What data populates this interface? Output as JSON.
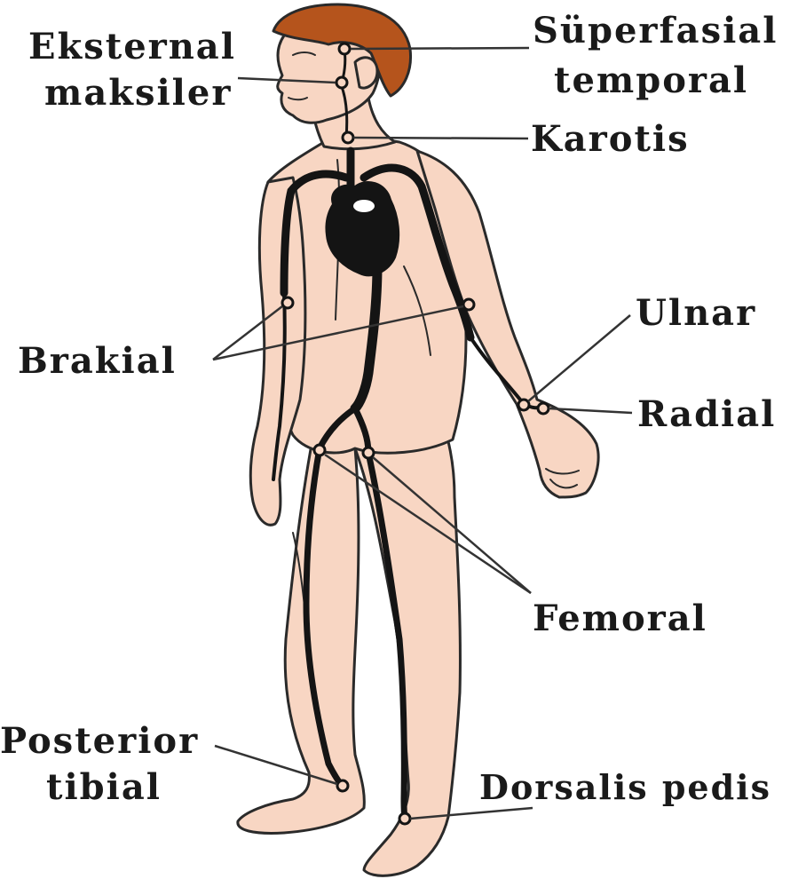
{
  "colors": {
    "skin": "#f8d6c3",
    "outline": "#2a2a2a",
    "hair": "#b5541c",
    "vessel": "#141414",
    "text": "#1a1a1a"
  },
  "labels": {
    "eksternal_line1": "Eksternal",
    "eksternal_line2": "maksiler",
    "superfasial_line1": "Süperfasial",
    "superfasial_line2": "temporal",
    "karotis": "Karotis",
    "ulnar": "Ulnar",
    "brakial": "Brakial",
    "radial": "Radial",
    "femoral": "Femoral",
    "posterior_line1": "Posterior",
    "posterior_line2": "tibial",
    "dorsalis": "Dorsalis pedis"
  },
  "pulse_points": [
    "superfasial-temporal",
    "eksternal-maksiler",
    "karotis",
    "brakial-right",
    "brakial-left",
    "ulnar",
    "radial",
    "femoral-right",
    "femoral-left",
    "posterior-tibial",
    "dorsalis-pedis"
  ]
}
